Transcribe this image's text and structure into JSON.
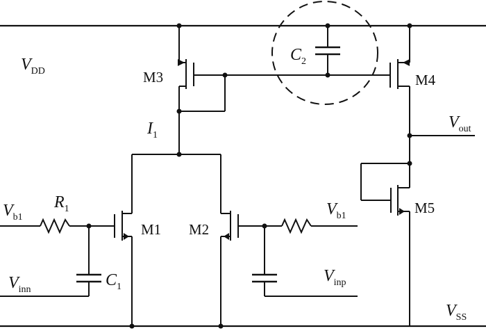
{
  "labels": {
    "vdd": {
      "main": "V",
      "sub": "DD"
    },
    "vss": {
      "main": "V",
      "sub": "SS"
    },
    "vout": {
      "main": "V",
      "sub": "out"
    },
    "vb1_left": {
      "main": "V",
      "sub": "b1"
    },
    "vb1_right": {
      "main": "V",
      "sub": "b1"
    },
    "vinn": {
      "main": "V",
      "sub": "inn"
    },
    "vinp": {
      "main": "V",
      "sub": "inp"
    },
    "r1": {
      "main": "R",
      "sub": "1"
    },
    "c1": {
      "main": "C",
      "sub": "1"
    },
    "c2": {
      "main": "C",
      "sub": "2"
    },
    "i1": {
      "main": "I",
      "sub": "1"
    },
    "m1": "M1",
    "m2": "M2",
    "m3": "M3",
    "m4": "M4",
    "m5": "M5"
  },
  "components": {
    "transistors": [
      "M1",
      "M2",
      "M3",
      "M4",
      "M5"
    ],
    "resistors": [
      "R1",
      "unlabeled resistor at M2 gate"
    ],
    "capacitors": [
      "C1",
      "C2",
      "unlabeled capacitor at M2 gate"
    ],
    "highlight": "dashed circle around C2"
  }
}
